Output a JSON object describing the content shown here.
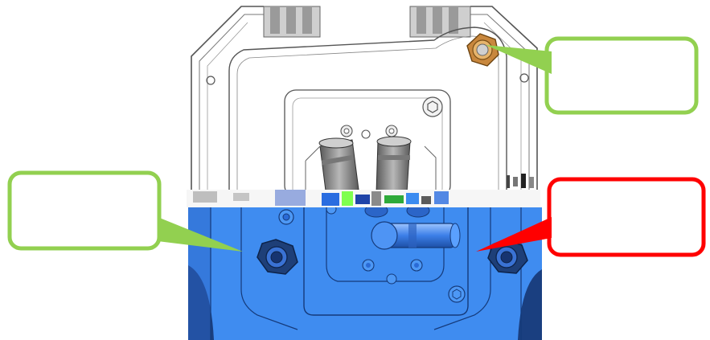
{
  "diagram": {
    "callouts": [
      {
        "id": "top-right",
        "text": "",
        "border_color": "#92d050"
      },
      {
        "id": "left",
        "text": "",
        "border_color": "#92d050"
      },
      {
        "id": "right",
        "text": "",
        "border_color": "#ff0000"
      }
    ],
    "colors": {
      "line_art": "#555555",
      "blue_render": "#3f8cf0",
      "dark_blue": "#1a3f80",
      "brass_nut": "#d79a4a",
      "fitting_gray": "#8a8a8a"
    }
  }
}
